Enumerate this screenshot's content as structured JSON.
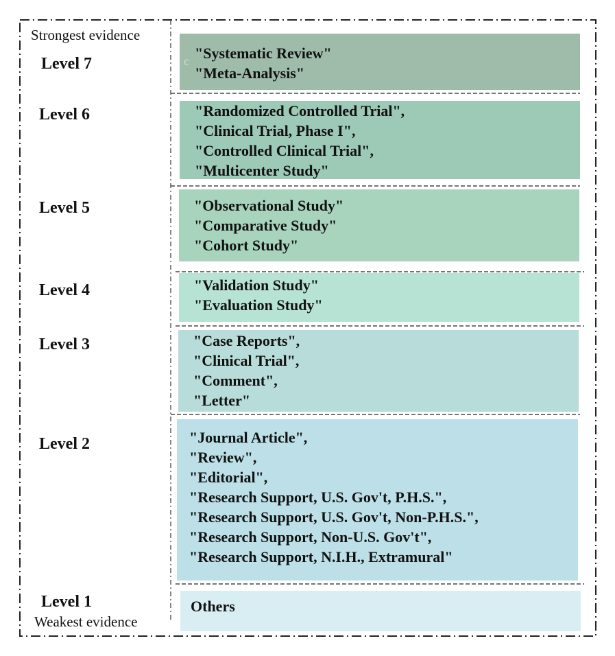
{
  "labels": {
    "strongest": "Strongest evidence",
    "weakest": "Weakest evidence",
    "mark": "c"
  },
  "levels": [
    {
      "name": "Level 7",
      "color": "#9fbcab",
      "items": [
        "\"Systematic Review\"",
        "\"Meta-Analysis\""
      ]
    },
    {
      "name": "Level 6",
      "color": "#9dc9b7",
      "items": [
        "\"Randomized Controlled Trial\",",
        "\"Clinical Trial, Phase I\",",
        "\"Controlled Clinical Trial\",",
        "\"Multicenter Study\""
      ]
    },
    {
      "name": "Level 5",
      "color": "#a8d4be",
      "items": [
        "\"Observational Study\"",
        "\"Comparative Study\"",
        "\"Cohort Study\""
      ]
    },
    {
      "name": "Level 4",
      "color": "#b6e3d4",
      "items": [
        "\"Validation Study\"",
        "\"Evaluation Study\""
      ]
    },
    {
      "name": "Level 3",
      "color": "#b8dcd9",
      "items": [
        "\"Case Reports\",",
        "\"Clinical Trial\",",
        "\"Comment\",",
        "\"Letter\""
      ]
    },
    {
      "name": "Level 2",
      "color": "#bcdfe8",
      "items": [
        "\"Journal Article\",",
        "\"Review\",",
        "\"Editorial\",",
        "\"Research Support, U.S. Gov't, P.H.S.\",",
        "\"Research Support, U.S. Gov't, Non-P.H.S.\",",
        "\"Research Support, Non-U.S. Gov't\",",
        "\"Research Support, N.I.H., Extramural\""
      ]
    },
    {
      "name": "Level 1",
      "color": "#d9eef3",
      "items": [
        "Others"
      ]
    }
  ]
}
